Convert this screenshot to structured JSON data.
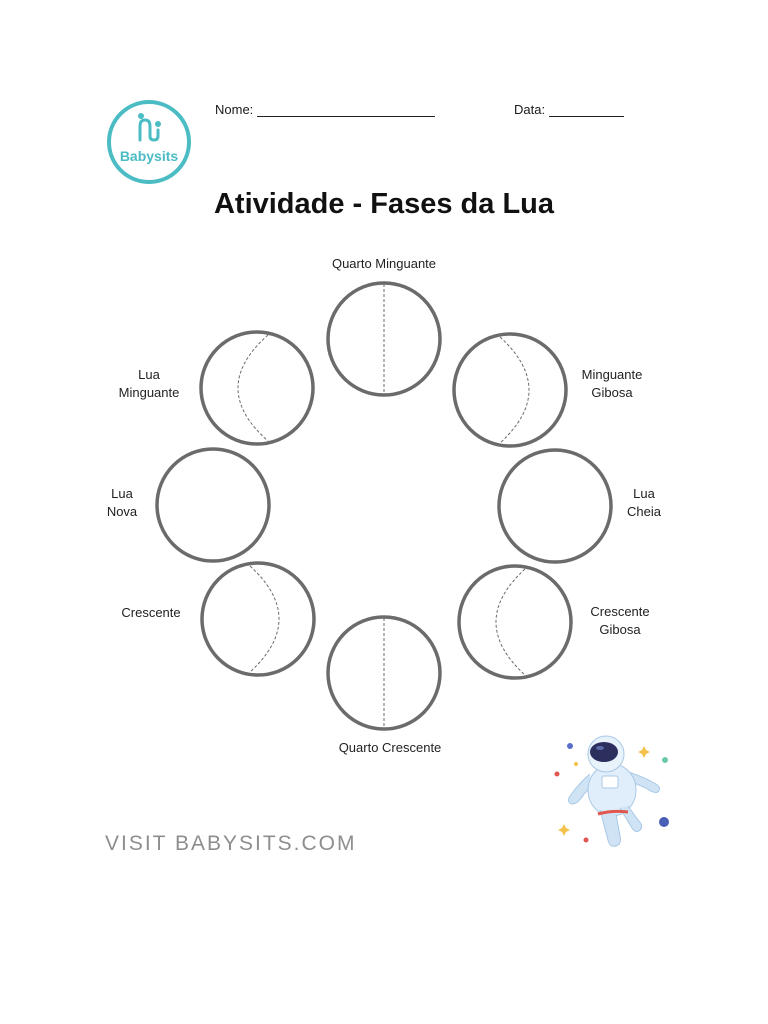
{
  "header": {
    "logo_text": "Babysits",
    "name_label": "Nome:",
    "date_label": "Data:"
  },
  "title": "Atividade - Fases da Lua",
  "phases": [
    {
      "key": "quarto-minguante",
      "label": "Quarto Minguante"
    },
    {
      "key": "minguante-gibosa",
      "label_line1": "Minguante",
      "label_line2": "Gibosa"
    },
    {
      "key": "lua-cheia",
      "label_line1": "Lua",
      "label_line2": "Cheia"
    },
    {
      "key": "crescente-gibosa",
      "label_line1": "Crescente",
      "label_line2": "Gibosa"
    },
    {
      "key": "quarto-crescente",
      "label": "Quarto Crescente"
    },
    {
      "key": "crescente",
      "label": "Crescente"
    },
    {
      "key": "lua-nova",
      "label_line1": "Lua",
      "label_line2": "Nova"
    },
    {
      "key": "lua-minguante",
      "label_line1": "Lua",
      "label_line2": "Minguante"
    }
  ],
  "footer": "VISIT BABYSITS.COM",
  "colors": {
    "brand": "#4bbcc4",
    "moon_outline": "#6b6b6b",
    "footer_text": "#8e8e8e"
  }
}
